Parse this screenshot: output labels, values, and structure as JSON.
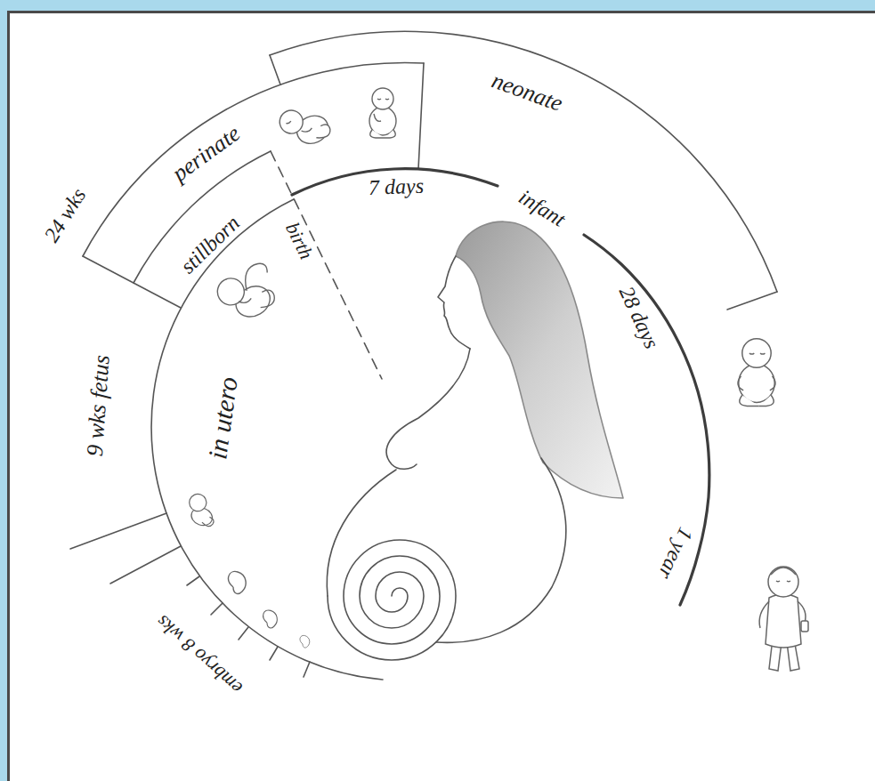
{
  "diagram": {
    "labels": [
      "perinate",
      "neonate",
      "24 wks",
      "stillborn",
      "birth",
      "7 days",
      "infant",
      "28 days",
      "9 wks fetus",
      "in utero",
      "1 year",
      "embryo 8 wks"
    ]
  }
}
